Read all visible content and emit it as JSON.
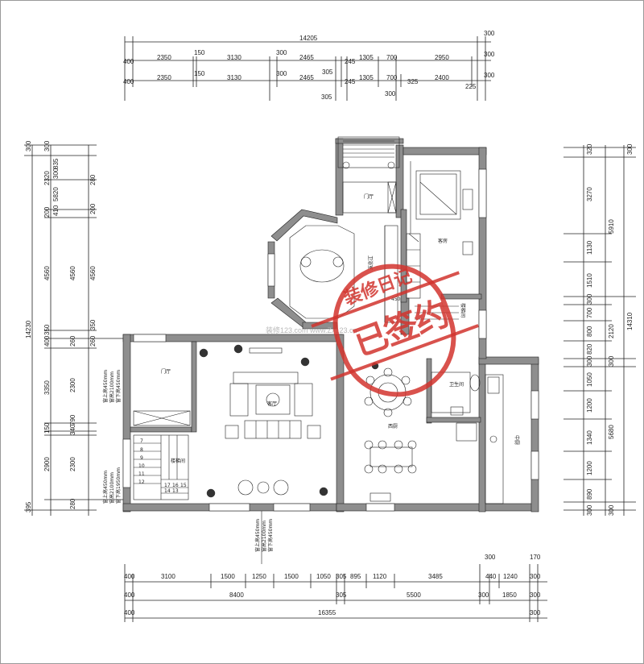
{
  "title": "",
  "dims": {
    "top": {
      "total": "14205",
      "ext1": "300",
      "row1": [
        "400",
        "2350",
        "150",
        "3130",
        "300",
        "2465",
        "245",
        "1305",
        "700",
        "2950",
        "300"
      ],
      "row2": [
        "400",
        "2350",
        "150",
        "3130",
        "300",
        "2465",
        "305",
        "245",
        "1305",
        "700",
        "325",
        "2400",
        "225"
      ],
      "extra": [
        "305",
        "300",
        "300"
      ]
    },
    "left": {
      "outer": [
        "300",
        "300",
        "2320",
        "200",
        "4560",
        "350",
        "400",
        "3350",
        "150",
        "2900",
        "395"
      ],
      "inner": [
        "835",
        "300",
        "5820",
        "410",
        "4560",
        "260",
        "2300",
        "790",
        "340",
        "2300",
        "280"
      ],
      "labels2": [
        "280",
        "200",
        "4560",
        "350",
        "260"
      ],
      "total": "14230"
    },
    "right": {
      "outer": [
        "320",
        "3270",
        "1130",
        "1510",
        "300",
        "700",
        "800",
        "820",
        "300",
        "1050",
        "1200",
        "1340",
        "1200",
        "890",
        "300",
        "300"
      ],
      "inner": [
        "300",
        "5910",
        "2120",
        "5680",
        "300"
      ],
      "total": "14310"
    },
    "bottom": {
      "row1": [
        "400",
        "3100",
        "1500",
        "1250",
        "1500",
        "1050",
        "305",
        "895",
        "1120",
        "3485",
        "440",
        "1240",
        "300"
      ],
      "row2": [
        "400",
        "8400",
        "305",
        "5500",
        "300",
        "1850",
        "300"
      ],
      "total": [
        "400",
        "16355",
        "300"
      ],
      "topextra": [
        "300",
        "170"
      ]
    }
  },
  "rooms": {
    "entry_top": "门厅",
    "bath_top": "卫浴室",
    "guest": "客房",
    "stair_top": "楼梯间",
    "entry_left": "门厅",
    "living": "客厅",
    "stair_left": "楼梯间",
    "toilet": "卫生间",
    "dining": "西厨",
    "kitchen": "中厨",
    "bath_num": "450"
  },
  "notes": {
    "win1": "窗上高450mm",
    "win2": "窗高2100mm",
    "win3": "窗下高450mm",
    "win4": "窗上高450mm",
    "win5": "窗高2100mm",
    "win6": "窗下高1950mm",
    "win7": "窗上高450mm",
    "win8": "窗高2100mm",
    "win9": "窗下高450mm"
  },
  "stairs": [
    "7",
    "8",
    "9",
    "10",
    "11",
    "12",
    "17",
    "16",
    "15",
    "14",
    "13"
  ],
  "stamp": {
    "text1": "已",
    "text2": "签",
    "text3": "约",
    "top": "装修日记"
  },
  "watermark": "装修123.com  www.Zx123.cn",
  "colors": {
    "wall": "#8e8e8e",
    "line": "#222222",
    "stamp": "#d2342e"
  }
}
